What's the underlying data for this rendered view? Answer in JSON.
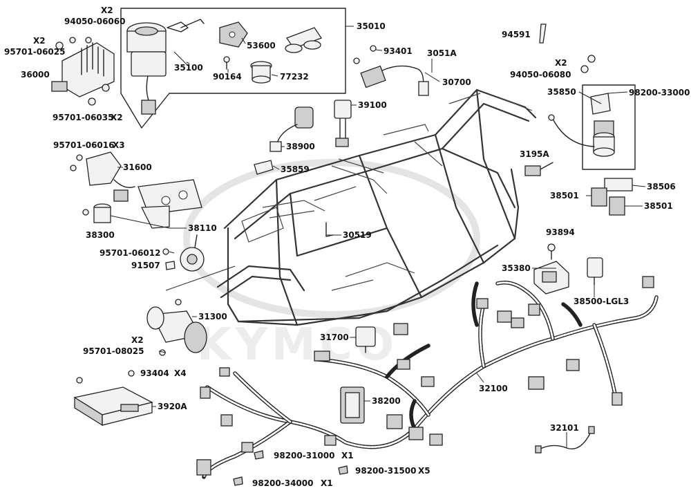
{
  "watermark": "KYMCO",
  "labels": {
    "l94050_06060": "94050-06060",
    "x2_a": "X2",
    "x2_b": "X2",
    "l95701_06025": "95701-06025",
    "l36000": "36000",
    "l95701_06035": "95701-06035",
    "x2_c": "X2",
    "l35010": "35010",
    "l53600": "53600",
    "l35100": "35100",
    "l90164": "90164",
    "l77232": "77232",
    "l93401": "93401",
    "l3051A": "3051A",
    "l30700": "30700",
    "l94591": "94591",
    "x2_d": "X2",
    "l94050_06080": "94050-06080",
    "l35850": "35850",
    "l98200_33000": "98200-33000",
    "l39100": "39100",
    "l38900": "38900",
    "l95701_06016": "95701-06016",
    "x3_a": "X3",
    "l31600": "31600",
    "l35859": "35859",
    "l3195A": "3195A",
    "l38501_a": "38501",
    "l38506": "38506",
    "l38501_b": "38501",
    "l38110": "38110",
    "l38300": "38300",
    "l30519": "30519",
    "l93894": "93894",
    "l95701_06012": "95701-06012",
    "l91507": "91507",
    "l35380": "35380",
    "l38500_LGL3": "38500-LGL3",
    "l31300": "31300",
    "x2_e": "X2",
    "l95701_08025": "95701-08025",
    "l31700": "31700",
    "l93404": "93404",
    "x4_a": "X4",
    "l32100": "32100",
    "l3920A": "3920A",
    "l38200": "38200",
    "l32101": "32101",
    "l98200_31000": "98200-31000",
    "x1_a": "X1",
    "l98200_31500": "98200-31500",
    "x5_a": "X5",
    "l98200_34000": "98200-34000",
    "x1_b": "X1"
  }
}
